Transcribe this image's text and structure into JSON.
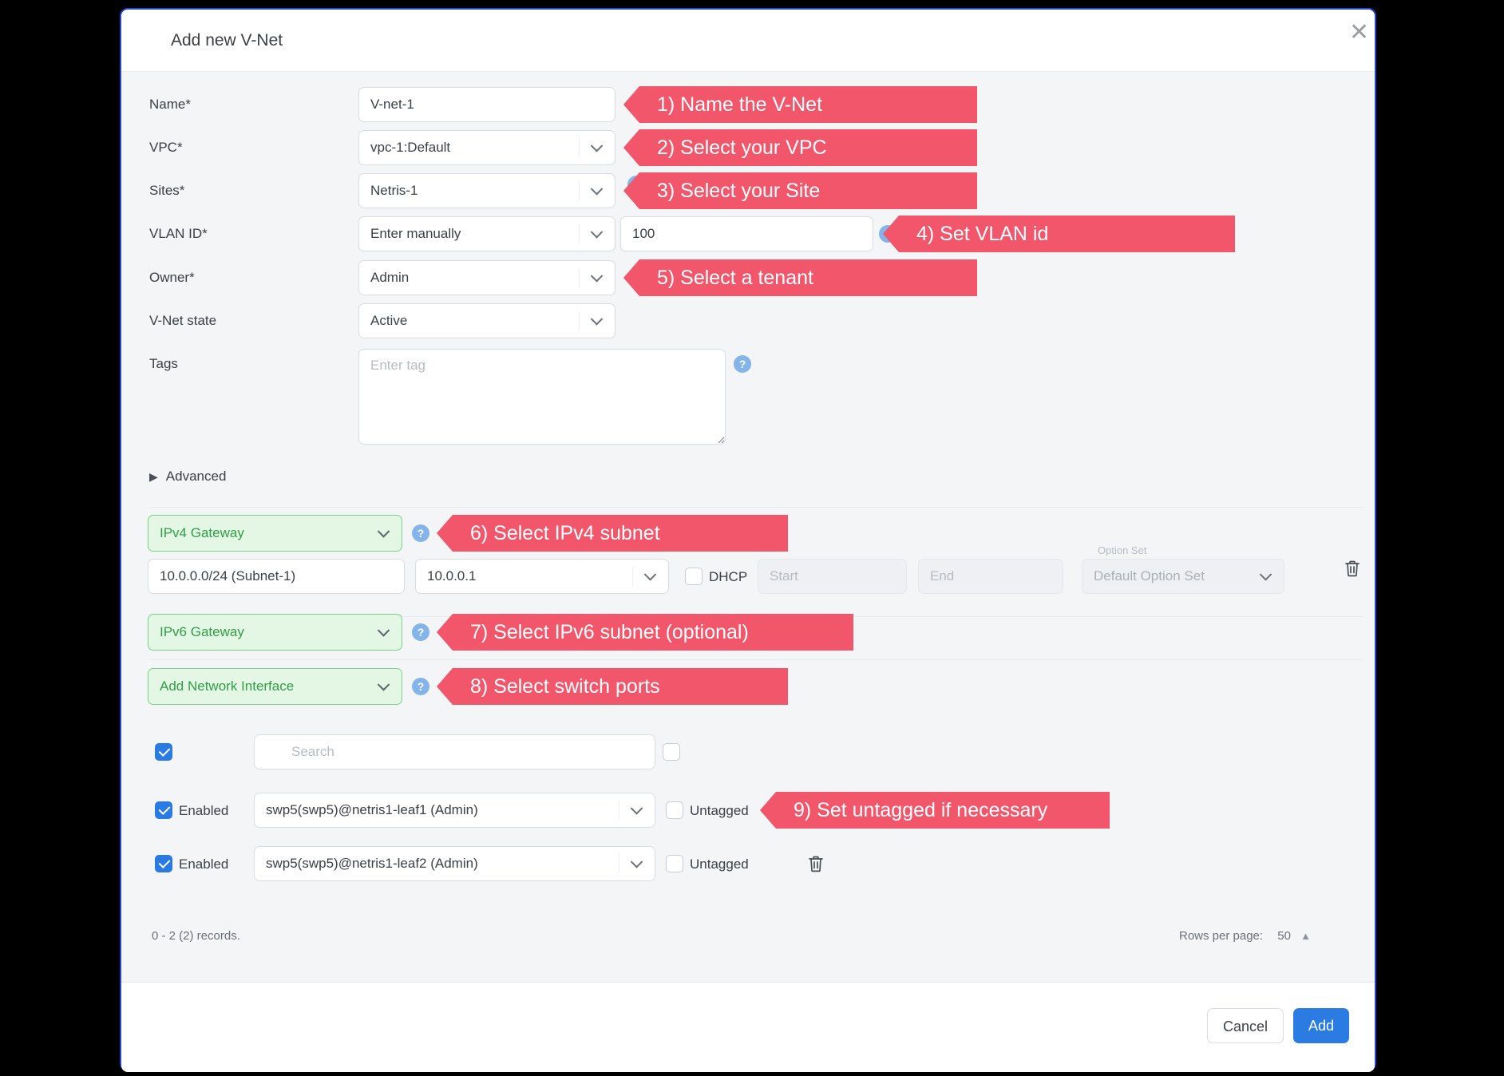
{
  "modal": {
    "title": "Add new V-Net"
  },
  "form": {
    "name": {
      "label": "Name*",
      "value": "V-net-1"
    },
    "vpc": {
      "label": "VPC*",
      "value": "vpc-1:Default"
    },
    "sites": {
      "label": "Sites*",
      "value": "Netris-1"
    },
    "vlan": {
      "label": "VLAN ID*",
      "mode": "Enter manually",
      "value": "100"
    },
    "owner": {
      "label": "Owner*",
      "value": "Admin"
    },
    "state": {
      "label": "V-Net state",
      "value": "Active"
    },
    "tags": {
      "label": "Tags",
      "placeholder": "Enter tag"
    },
    "advanced_label": "Advanced"
  },
  "callouts": {
    "c1": "1) Name the V-Net",
    "c2": "2) Select your VPC",
    "c3": "3) Select your Site",
    "c4": "4) Set VLAN id",
    "c5": "5) Select a tenant",
    "c6": "6) Select IPv4 subnet",
    "c7": "7) Select IPv6 subnet (optional)",
    "c8": "8) Select switch ports",
    "c9": "9) Set untagged if necessary"
  },
  "ipv4": {
    "button": "IPv4 Gateway",
    "subnet": "10.0.0.0/24 (Subnet-1)",
    "gateway": "10.0.0.1",
    "dhcp_label": "DHCP",
    "start_placeholder": "Start",
    "end_placeholder": "End",
    "option_set_label": "Option Set",
    "option_set_value": "Default Option Set"
  },
  "ipv6": {
    "button": "IPv6 Gateway"
  },
  "interfaces": {
    "button": "Add Network Interface",
    "search_placeholder": "Search",
    "rows": [
      {
        "enabled_label": "Enabled",
        "port": "swp5(swp5)@netris1-leaf1 (Admin)",
        "untagged_label": "Untagged"
      },
      {
        "enabled_label": "Enabled",
        "port": "swp5(swp5)@netris1-leaf2 (Admin)",
        "untagged_label": "Untagged"
      }
    ],
    "records": "0 - 2 (2) records.",
    "rows_per_page_label": "Rows per page:",
    "rows_per_page_value": "50"
  },
  "footer": {
    "cancel": "Cancel",
    "add": "Add"
  },
  "colors": {
    "accent_blue": "#2b7ce2",
    "callout_red": "#f2566b",
    "green": "#2f9e44",
    "checkbox_blue": "#2a7ae4"
  }
}
